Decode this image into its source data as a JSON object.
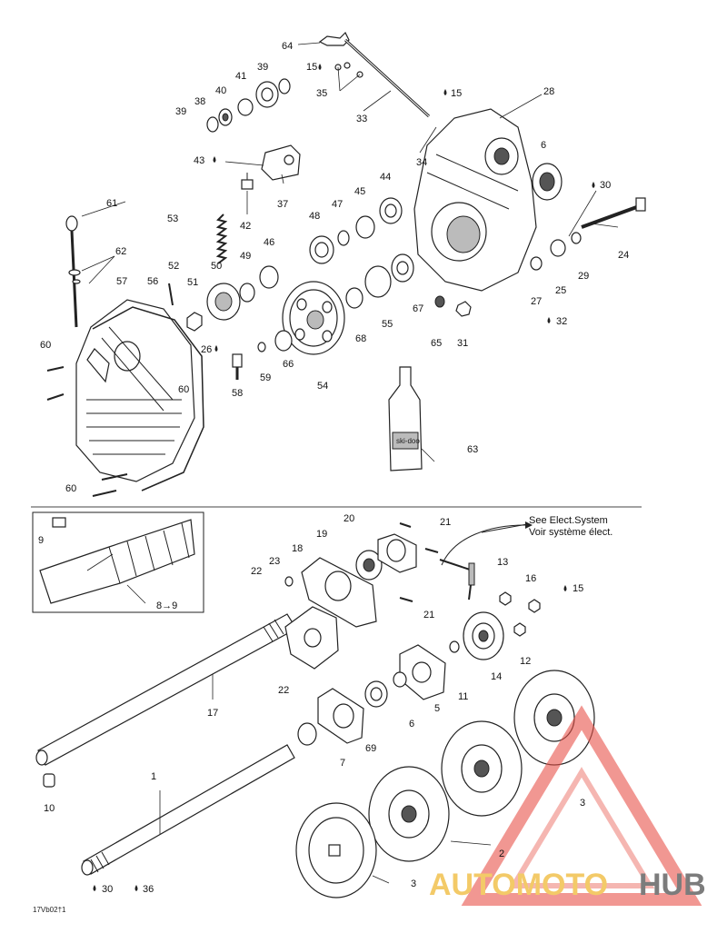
{
  "diagram": {
    "labels": [
      {
        "t": "64"
      },
      {
        "t": "15"
      },
      {
        "t": "35"
      },
      {
        "t": "15"
      },
      {
        "t": "33"
      },
      {
        "t": "28"
      },
      {
        "t": "41"
      },
      {
        "t": "39"
      },
      {
        "t": "40"
      },
      {
        "t": "38"
      },
      {
        "t": "39"
      },
      {
        "t": "34"
      },
      {
        "t": "43"
      },
      {
        "t": "37"
      },
      {
        "t": "42"
      },
      {
        "t": "6"
      },
      {
        "t": "44"
      },
      {
        "t": "45"
      },
      {
        "t": "47"
      },
      {
        "t": "48"
      },
      {
        "t": "30"
      },
      {
        "t": "61"
      },
      {
        "t": "53"
      },
      {
        "t": "62"
      },
      {
        "t": "46"
      },
      {
        "t": "49"
      },
      {
        "t": "50"
      },
      {
        "t": "52"
      },
      {
        "t": "56"
      },
      {
        "t": "57"
      },
      {
        "t": "51"
      },
      {
        "t": "24"
      },
      {
        "t": "29"
      },
      {
        "t": "25"
      },
      {
        "t": "27"
      },
      {
        "t": "67"
      },
      {
        "t": "32"
      },
      {
        "t": "55"
      },
      {
        "t": "65"
      },
      {
        "t": "31"
      },
      {
        "t": "68"
      },
      {
        "t": "60"
      },
      {
        "t": "26"
      },
      {
        "t": "66"
      },
      {
        "t": "59"
      },
      {
        "t": "60"
      },
      {
        "t": "58"
      },
      {
        "t": "54"
      },
      {
        "t": "63"
      },
      {
        "t": "60"
      },
      {
        "t": "20"
      },
      {
        "t": "21"
      },
      {
        "t": "9"
      },
      {
        "t": "19"
      },
      {
        "t": "18"
      },
      {
        "t": "23"
      },
      {
        "t": "22"
      },
      {
        "t": "13"
      },
      {
        "t": "16"
      },
      {
        "t": "15"
      },
      {
        "t": "21"
      },
      {
        "t": "12"
      },
      {
        "t": "14"
      },
      {
        "t": "22"
      },
      {
        "t": "17"
      },
      {
        "t": "11"
      },
      {
        "t": "5"
      },
      {
        "t": "6"
      },
      {
        "t": "69"
      },
      {
        "t": "7"
      },
      {
        "t": "1"
      },
      {
        "t": "3"
      },
      {
        "t": "10"
      },
      {
        "t": "2"
      },
      {
        "t": "30"
      },
      {
        "t": "36"
      },
      {
        "t": "3"
      }
    ],
    "inset_label": "8→9",
    "note_line1": "See Elect.System",
    "note_line2": "Voir système élect.",
    "doc_code": "17Vb02†1",
    "bottle_text": "ski-doo"
  },
  "watermark": {
    "text_red": "AUTOMOTO",
    "text_gray": "HUB",
    "color_red": "#e8534a",
    "color_yellow": "#f2c14e",
    "color_gray": "#666666"
  }
}
